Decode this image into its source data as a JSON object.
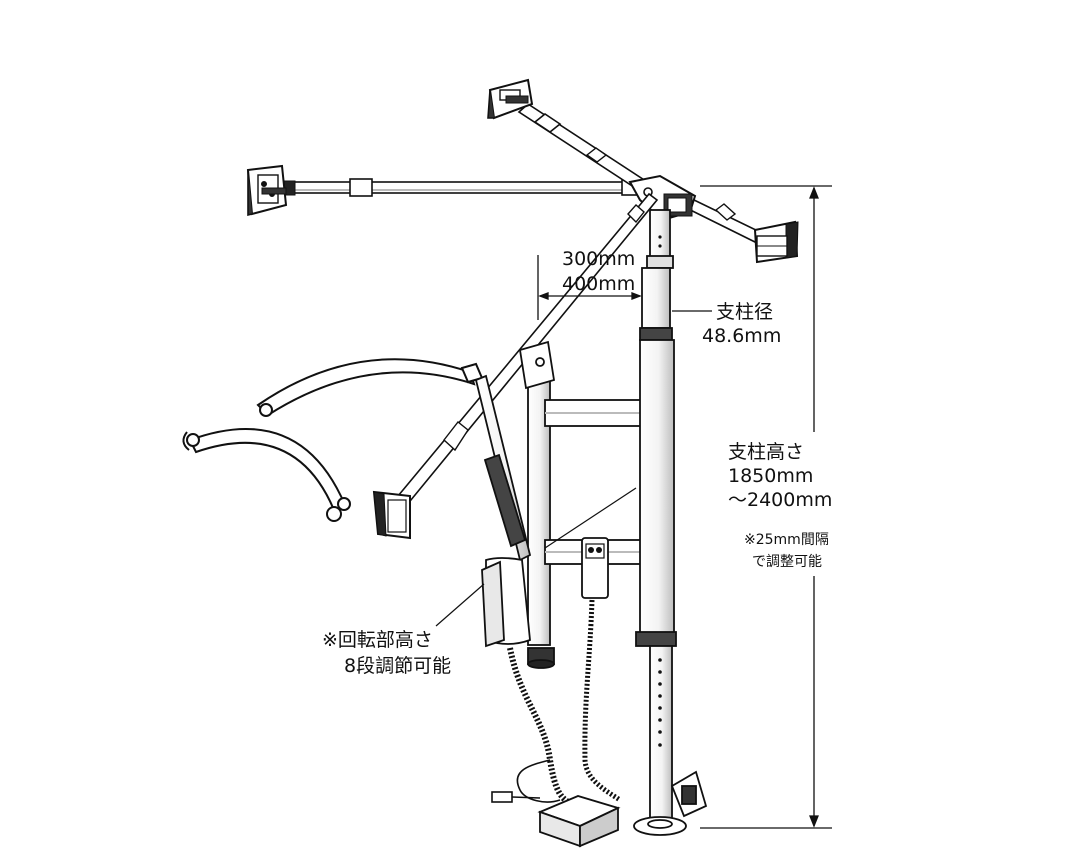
{
  "labels": {
    "reach_300": "300mm",
    "reach_400": "400mm",
    "pole_diameter_label": "支柱径",
    "pole_diameter_value": "48.6mm",
    "pole_height_label": "支柱高さ",
    "pole_height_min": "1850mm",
    "pole_height_max": "～2400mm",
    "pole_note_1": "※25mm間隔",
    "pole_note_2": "で調整可能",
    "rotation_note_1": "※回転部高さ",
    "rotation_note_2": "8段調節可能"
  }
}
